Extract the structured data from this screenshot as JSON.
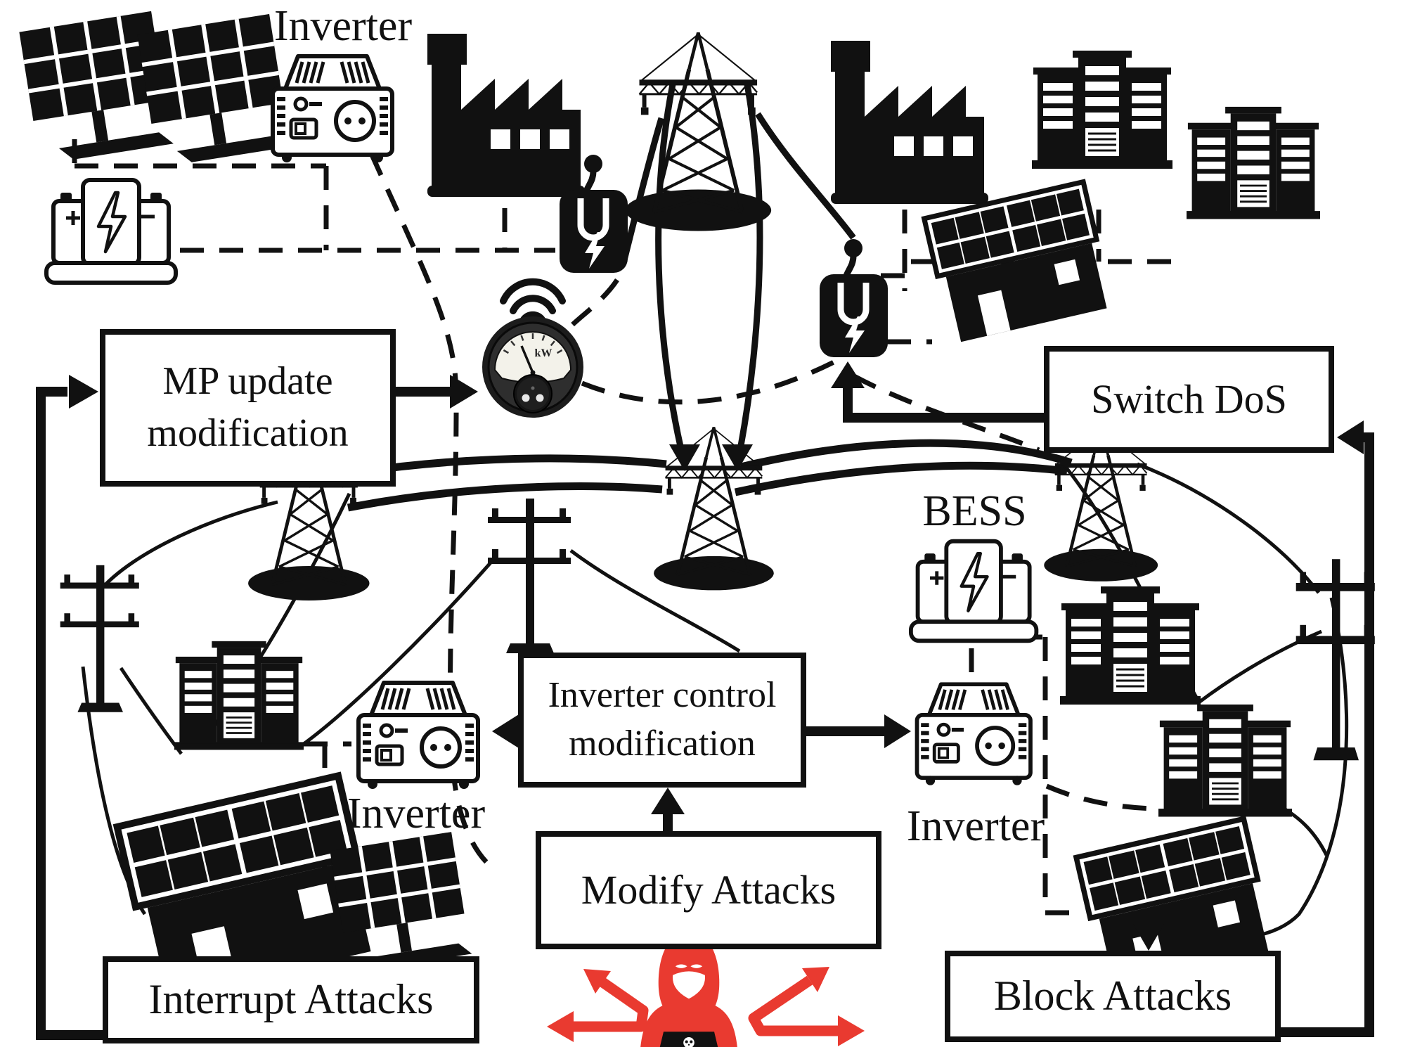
{
  "boxes": {
    "mp_update": {
      "label": "MP update\nmodification"
    },
    "switch_dos": {
      "label": "Switch DoS"
    },
    "inverter_control": {
      "label": "Inverter control\nmodification"
    },
    "modify_attacks": {
      "label": "Modify Attacks"
    },
    "interrupt_attacks": {
      "label": "Interrupt Attacks"
    },
    "block_attacks": {
      "label": "Block Attacks"
    }
  },
  "labels": {
    "inverter_top": "Inverter",
    "inverter_left": "Inverter",
    "inverter_right": "Inverter",
    "bess": "BESS",
    "meter_unit": "kW"
  },
  "icons": [
    "solar-panel-icon",
    "inverter-icon",
    "factory-icon",
    "transmission-tower-icon",
    "office-building-icon",
    "solar-house-icon",
    "battery-storage-icon",
    "smart-meter-icon",
    "wifi-icon",
    "grid-switch-icon",
    "utility-pole-icon",
    "hacker-icon",
    "skull-icon"
  ],
  "colors": {
    "ink": "#111111",
    "attack_red": "#e93a30",
    "background": "#ffffff"
  }
}
